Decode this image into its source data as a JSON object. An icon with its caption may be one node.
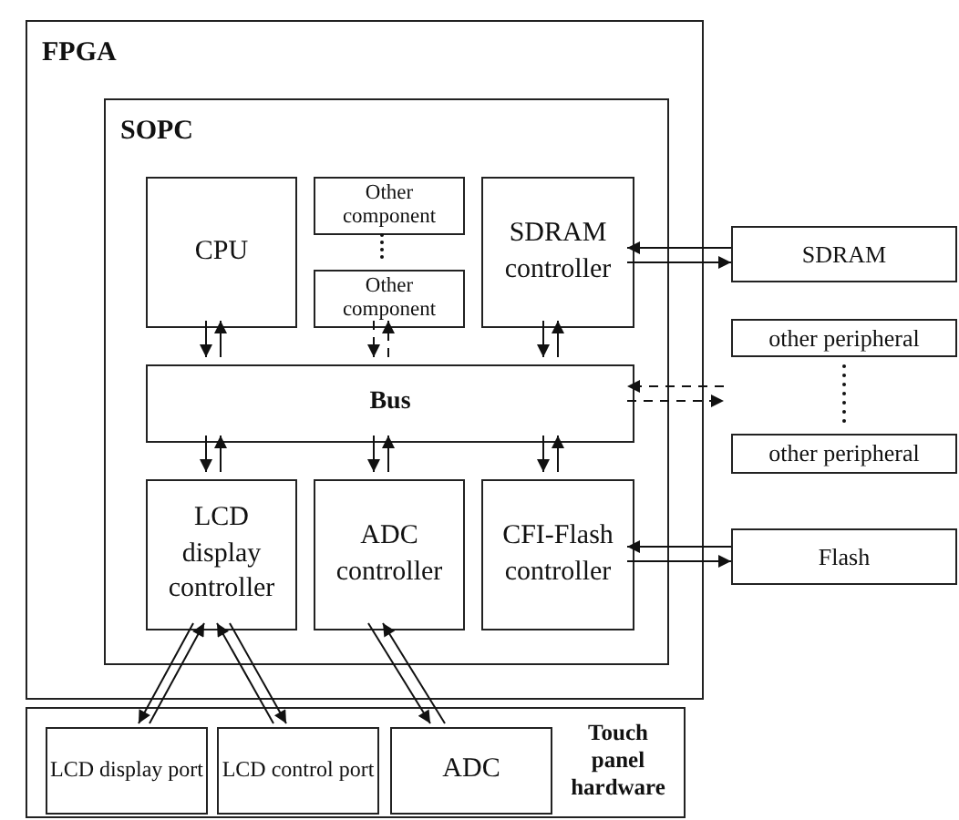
{
  "diagram": {
    "nodes": [
      {
        "text": [
          "FPGA"
        ]
      },
      {
        "text": [
          "SOPC"
        ],
        "in": 0
      },
      {
        "text": [
          "CPU"
        ],
        "in": 1
      },
      {
        "text": [
          "Other component"
        ],
        "in": 1
      },
      {
        "text": [
          "Other component"
        ],
        "in": 1
      },
      {
        "text": [
          "SDRAM controller"
        ],
        "in": 1
      },
      {
        "text": [
          "Bus"
        ],
        "in": 1
      },
      {
        "text": [
          "LCD display controller"
        ],
        "in": 1
      },
      {
        "text": [
          "ADC controller"
        ],
        "in": 1
      },
      {
        "text": [
          "CFI-Flash controller"
        ],
        "in": 1
      },
      {
        "text": [
          "SDRAM"
        ]
      },
      {
        "text": [
          "other peripheral"
        ]
      },
      {
        "text": [
          "other peripheral"
        ]
      },
      {
        "text": [
          "Flash"
        ]
      },
      {
        "text": [
          "Touch panel hardware"
        ]
      },
      {
        "text": [
          "LCD display port"
        ],
        "in": 14
      },
      {
        "text": [
          "LCD control port"
        ],
        "in": 14
      },
      {
        "text": [
          "ADC"
        ],
        "in": 14
      }
    ],
    "edges": [
      {
        "from": 2,
        "to": 6,
        "arrow": "to"
      },
      {
        "from": 6,
        "to": 2,
        "arrow": "to"
      },
      {
        "from": 4,
        "to": 6,
        "arrow": "to",
        "style": "dashed"
      },
      {
        "from": 6,
        "to": 4,
        "arrow": "to",
        "style": "dashed"
      },
      {
        "from": 5,
        "to": 6,
        "arrow": "to"
      },
      {
        "from": 6,
        "to": 5,
        "arrow": "to"
      },
      {
        "from": 10,
        "to": 5,
        "arrow": "to"
      },
      {
        "from": 5,
        "to": 10,
        "arrow": "to"
      },
      {
        "from": null,
        "to": 6,
        "arrow": "to",
        "style": "dashed"
      },
      {
        "from": 6,
        "to": null,
        "arrow": "to",
        "style": "dashed"
      },
      {
        "from": 6,
        "to": 7,
        "arrow": "to"
      },
      {
        "from": 7,
        "to": 6,
        "arrow": "to"
      },
      {
        "from": 6,
        "to": 8,
        "arrow": "to"
      },
      {
        "from": 8,
        "to": 6,
        "arrow": "to"
      },
      {
        "from": 6,
        "to": 9,
        "arrow": "to"
      },
      {
        "from": 9,
        "to": 6,
        "arrow": "to"
      },
      {
        "from": 13,
        "to": 9,
        "arrow": "to"
      },
      {
        "from": 9,
        "to": 13,
        "arrow": "to"
      },
      {
        "from": 7,
        "to": 15,
        "arrow": "to"
      },
      {
        "from": 15,
        "to": 7,
        "arrow": "to"
      },
      {
        "from": 16,
        "to": 7,
        "arrow": "to"
      },
      {
        "from": 7,
        "to": 16,
        "arrow": "to"
      },
      {
        "from": 8,
        "to": 17,
        "arrow": "to"
      },
      {
        "from": 17,
        "to": 8,
        "arrow": "to"
      }
    ]
  }
}
